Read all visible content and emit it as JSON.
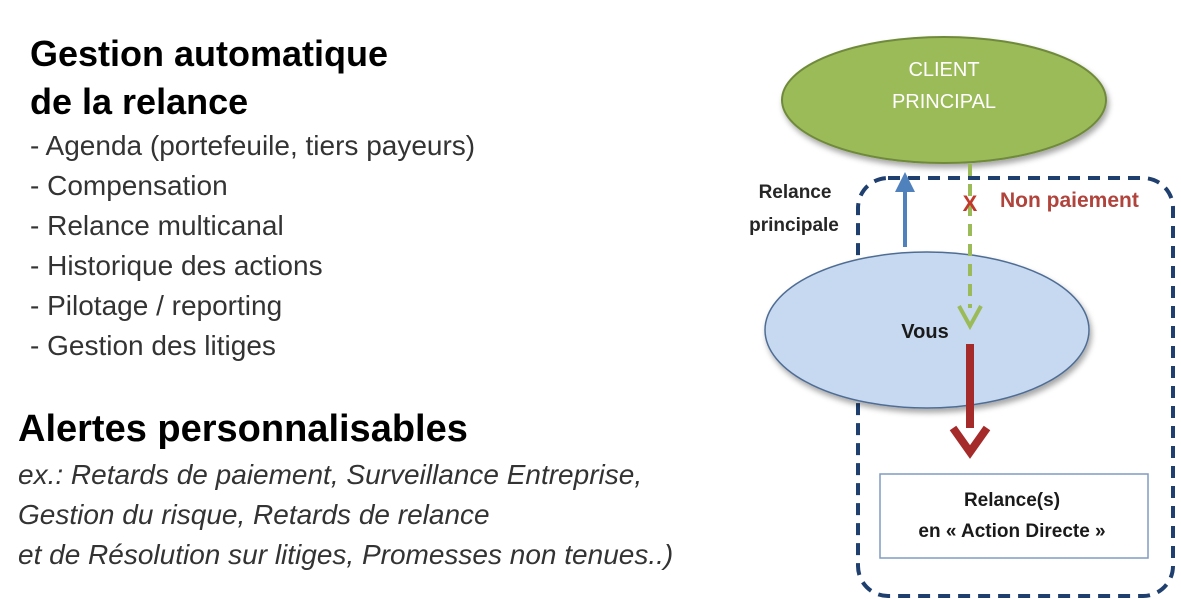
{
  "heading": {
    "line1": "Gestion automatique",
    "line2": "de la relance"
  },
  "features": [
    "- Agenda (portefeuile, tiers payeurs)",
    "- Compensation",
    "- Relance multicanal",
    "- Historique des actions",
    "- Pilotage / reporting",
    "- Gestion des litiges"
  ],
  "alerts": {
    "title": "Alertes personnalisables",
    "examples": [
      "ex.: Retards de paiement, Surveillance Entreprise,",
      "Gestion du risque, Retards de relance",
      "et de Résolution sur litiges, Promesses non tenues..)"
    ]
  },
  "diagram": {
    "client": {
      "line1": "CLIENT",
      "line2": "PRINCIPAL"
    },
    "relance_principale": {
      "line1": "Relance",
      "line2": "principale"
    },
    "non_paiement_mark": "X",
    "non_paiement": "Non paiement",
    "vous": "Vous",
    "action_directe": {
      "line1": "Relance(s)",
      "line2": "en « Action Directe »"
    },
    "colors": {
      "client_fill": "#9bbb59",
      "client_stroke": "#6f8a3a",
      "vous_fill": "#c6d9f0",
      "vous_stroke": "#4f6d94",
      "dashed_box": "#1f3f6f",
      "up_arrow": "#4f81bd",
      "green_dashed_arrow": "#9bbb59",
      "red_arrow": "#a52a2a",
      "non_paiement_text": "#b0433b"
    }
  }
}
